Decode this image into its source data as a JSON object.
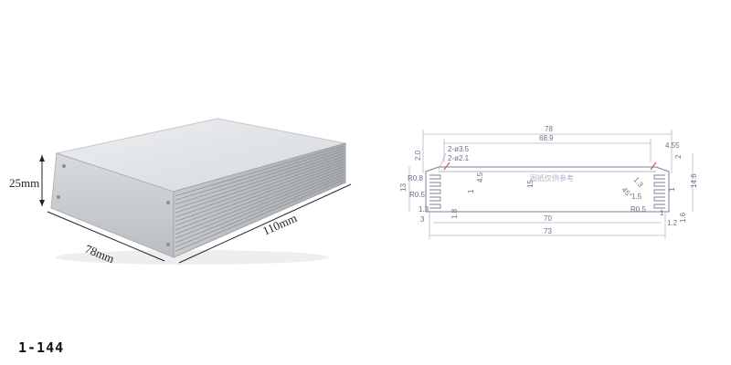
{
  "product": {
    "model_code": "1-144"
  },
  "photo_dimensions": {
    "height": "25mm",
    "width": "78mm",
    "length": "110mm"
  },
  "drawing": {
    "watermark": "图纸仅供参考",
    "dims": {
      "overall_width": "78",
      "inner_width": "68.9",
      "hole_spec_1": "2-ø3.5",
      "hole_spec_2": "2-ø2.1",
      "right_offset": "4.55",
      "top_height": "2.0",
      "top_right_thk": "2",
      "left_height": "13",
      "right_height": "14.6",
      "radius_left": "R0.8",
      "radius_left2": "R0.5",
      "radius_right": "R0.5",
      "fin_gap_left": "4.5",
      "center_mark": "15",
      "angle_mark": "45°",
      "slot_1": "1.3",
      "fin_1_5": "1.5",
      "fin_1": "1",
      "left_13": "1.3",
      "left_3": "3",
      "left_1_8": "1.8",
      "bottom_inner": "70",
      "bottom_overall": "73",
      "bottom_right_1": "1",
      "bottom_right_12": "1.2",
      "bottom_right_16": "1.6"
    }
  },
  "colors": {
    "background": "#ffffff",
    "dim_line": "#b5b8c8",
    "dim_text": "#6b6f86",
    "profile_outline": "#7b7f95",
    "alloy_light": "#e6e8ea",
    "alloy_mid": "#c9cccf",
    "alloy_dark": "#a7abaf"
  }
}
